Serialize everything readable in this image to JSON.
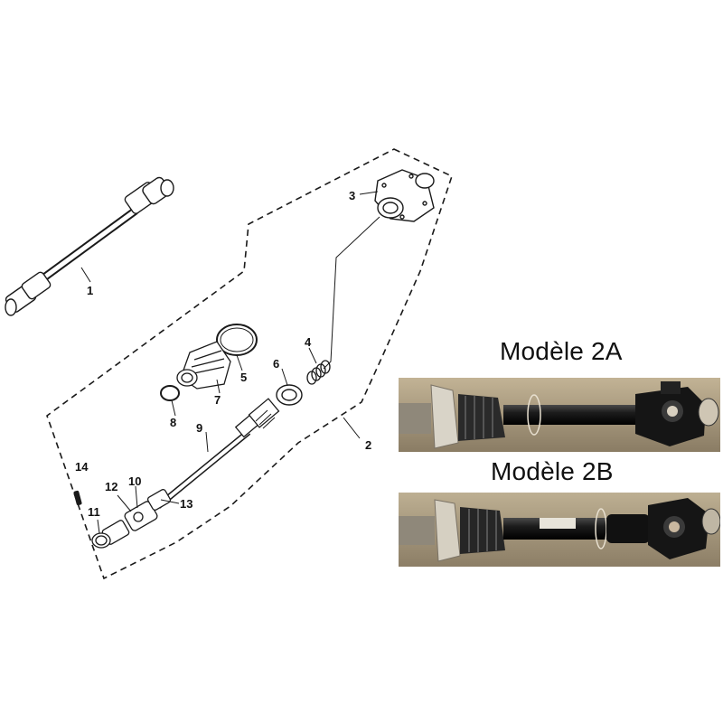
{
  "callouts": [
    {
      "id": "1",
      "label": "1"
    },
    {
      "id": "2",
      "label": "2"
    },
    {
      "id": "3",
      "label": "3"
    },
    {
      "id": "4",
      "label": "4"
    },
    {
      "id": "5",
      "label": "5"
    },
    {
      "id": "6",
      "label": "6"
    },
    {
      "id": "7",
      "label": "7"
    },
    {
      "id": "8",
      "label": "8"
    },
    {
      "id": "9",
      "label": "9"
    },
    {
      "id": "10",
      "label": "10"
    },
    {
      "id": "11",
      "label": "11"
    },
    {
      "id": "12",
      "label": "12"
    },
    {
      "id": "13",
      "label": "13"
    },
    {
      "id": "14",
      "label": "14"
    }
  ],
  "photos": {
    "model_2a": {
      "title": "Modèle 2A"
    },
    "model_2b": {
      "title": "Modèle 2B"
    }
  },
  "colors": {
    "line": "#1a1a1a",
    "photo_bg_top": "#b9aa8c",
    "photo_bg_bottom": "#8e8068",
    "shaft": "#1b1b1b"
  }
}
